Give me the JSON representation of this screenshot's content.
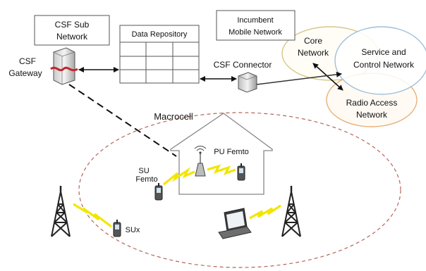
{
  "labels": {
    "csf_sub_network": [
      "CSF Sub",
      "Network"
    ],
    "data_repository": "Data Repository",
    "incumbent_mobile_network": [
      "Incumbent",
      "Mobile Network"
    ],
    "core_network": [
      "Core",
      "Network"
    ],
    "service_control_network": [
      "Service and",
      "Control Network"
    ],
    "radio_access_network": [
      "Radio Access",
      "Network"
    ],
    "csf_gateway": [
      "CSF",
      "Gateway"
    ],
    "csf_connector": "CSF Connector",
    "macrocell": "Macrocell",
    "su_femto": [
      "SU",
      "Femto"
    ],
    "pu_femto": "PU Femto",
    "sux": "SUx"
  },
  "colors": {
    "core_network_ring": "#d8c58a",
    "service_control_ring": "#9fbfd9",
    "radio_access_ring": "#e8b07a",
    "macrocell_boundary": "#b5655a",
    "wireless_link": "#f2e600",
    "gateway_stripe": "#c0282d"
  },
  "icons": [
    "server-gateway-icon",
    "connector-box-icon",
    "cell-tower-icon",
    "femto-router-icon",
    "mobile-phone-icon",
    "laptop-icon"
  ]
}
